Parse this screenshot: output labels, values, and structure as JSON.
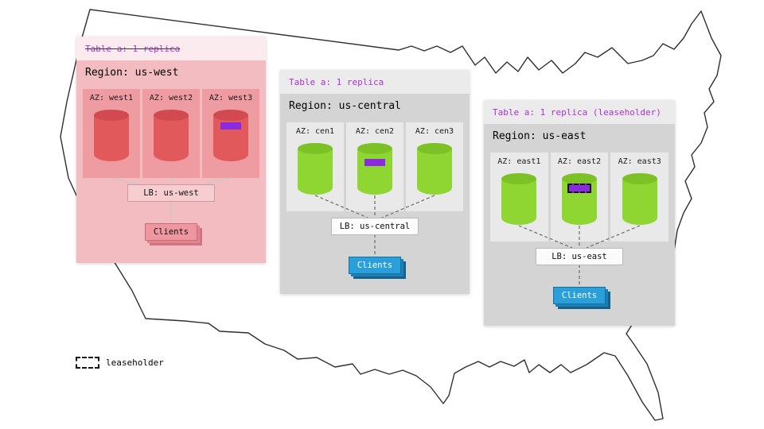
{
  "regions": [
    {
      "table_label": "Table a: 1 replica",
      "region_label": "Region: us-west",
      "azs": [
        "AZ: west1",
        "AZ: west2",
        "AZ: west3"
      ],
      "lb_label": "LB: us-west",
      "clients_label": "Clients"
    },
    {
      "table_label": "Table a: 1 replica",
      "region_label": "Region: us-central",
      "azs": [
        "AZ: cen1",
        "AZ: cen2",
        "AZ: cen3"
      ],
      "lb_label": "LB: us-central",
      "clients_label": "Clients"
    },
    {
      "table_label": "Table a: 1 replica (leaseholder)",
      "region_label": "Region: us-east",
      "azs": [
        "AZ: east1",
        "AZ: east2",
        "AZ: east3"
      ],
      "lb_label": "LB: us-east",
      "clients_label": "Clients"
    }
  ],
  "legend": {
    "label": "leaseholder"
  },
  "colors": {
    "table_label_purple": "#b02fd8",
    "replica_highlight": "#8a2be2",
    "west_card": "#f3bcc0",
    "west_az": "#ef9ba2",
    "west_cylinder": "#e2595c",
    "gray_card": "#d4d4d4",
    "gray_az": "#e9e9e9",
    "green_cylinder": "#8fd633",
    "clients_blue": "#2b9fd9"
  }
}
